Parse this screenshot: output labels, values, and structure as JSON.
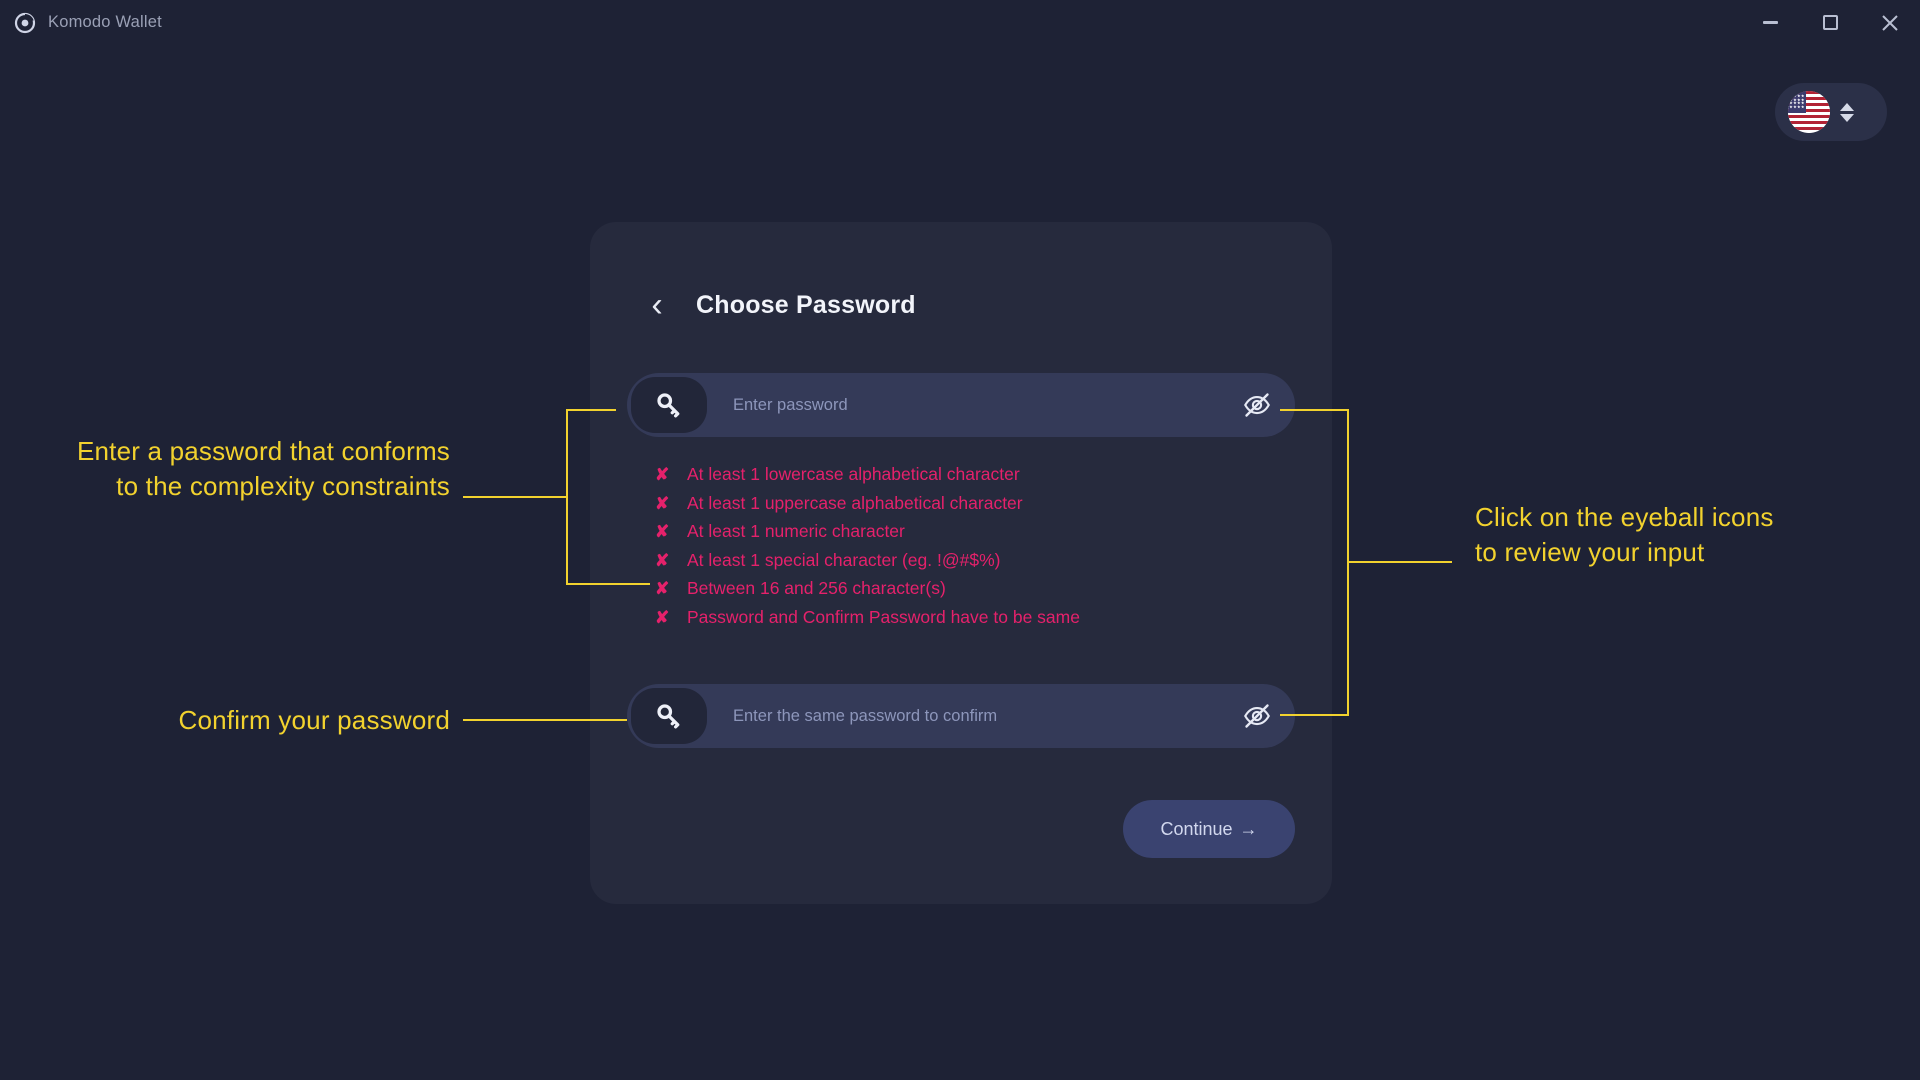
{
  "window": {
    "title": "Komodo Wallet",
    "logo_icon": "komodo-circle-logo",
    "controls": [
      {
        "name": "minimize",
        "icon": "minimize-icon"
      },
      {
        "name": "maximize",
        "icon": "maximize-icon"
      },
      {
        "name": "close",
        "icon": "close-icon",
        "glyph": "✕"
      }
    ]
  },
  "language_selector": {
    "flag_icon": "us-flag-icon",
    "selector_icon": "chevron-up-down-icon"
  },
  "card": {
    "back_icon": "chevron-left-icon",
    "title": "Choose Password",
    "password_field": {
      "icon": "key-icon",
      "placeholder": "Enter password",
      "value": "",
      "toggle_icon": "eye-off-icon"
    },
    "confirm_field": {
      "icon": "key-icon",
      "placeholder": "Enter the same password to confirm",
      "value": "",
      "toggle_icon": "eye-off-icon"
    },
    "rules_marker": "✘",
    "rules": [
      "At least 1 lowercase alphabetical character",
      "At least 1 uppercase alphabetical character",
      "At least 1 numeric character",
      "At least 1 special character (eg. !@#$%)",
      "Between 16 and 256 character(s)",
      "Password and Confirm Password have to be same"
    ],
    "continue_label": "Continue",
    "continue_arrow": "→"
  },
  "annotations": {
    "complexity": "Enter a password that conforms to the complexity constraints",
    "confirm": "Confirm your password",
    "eyeball": "Click on the eyeball icons to review your input"
  },
  "colors": {
    "page_background": "#1e2235",
    "card_background": "#262a3d",
    "input_background": "#343a58",
    "error_text": "#e5216b",
    "annotation": "#f2d22e",
    "accent_button": "#3a4370"
  }
}
